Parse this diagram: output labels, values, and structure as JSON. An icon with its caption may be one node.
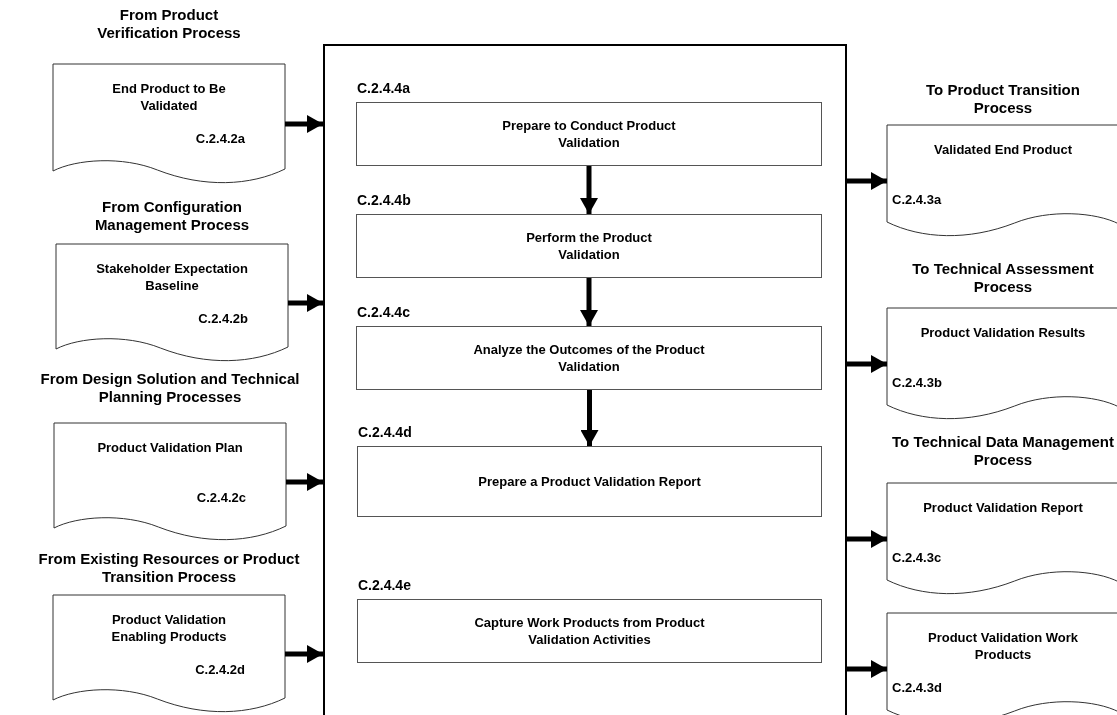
{
  "diagram": {
    "nodes": [
      {
        "text": [
          "From Product Verification Process",
          "End Product to Be Validated",
          "C.2.4.2a"
        ]
      },
      {
        "text": [
          "From Configuration Management Process",
          "Stakeholder Expectation Baseline",
          "C.2.4.2b"
        ]
      },
      {
        "text": [
          "From Design Solution and Technical Planning Processes",
          "Product Validation Plan",
          "C.2.4.2c"
        ]
      },
      {
        "text": [
          "From Existing Resources or Product Transition Process",
          "Product Validation Enabling Products",
          "C.2.4.2d"
        ]
      },
      {
        "text": [],
        "shape": "box"
      },
      {
        "text": [
          "C.2.4.4a",
          "Prepare to Conduct Product Validation"
        ],
        "in": 4
      },
      {
        "text": [
          "C.2.4.4b",
          "Perform the Product Validation"
        ],
        "in": 4
      },
      {
        "text": [
          "C.2.4.4c",
          "Analyze the Outcomes of the Product Validation"
        ],
        "in": 4
      },
      {
        "text": [
          "C.2.4.4d",
          "Prepare a Product Validation Report"
        ],
        "in": 4
      },
      {
        "text": [
          "C.2.4.4e",
          "Capture Work Products from Product Validation Activities"
        ],
        "in": 4
      },
      {
        "text": [
          "To Product Transition Process",
          "Validated End Product",
          "C.2.4.3a"
        ]
      },
      {
        "text": [
          "To Technical Assessment Process",
          "Product Validation Results",
          "C.2.4.3b"
        ]
      },
      {
        "text": [
          "To Technical Data Management Process",
          "Product Validation Report",
          "C.2.4.3c"
        ]
      },
      {
        "text": [
          "Product Validation Work Products",
          "C.2.4.3d"
        ]
      }
    ],
    "edges": [
      {
        "from": 0,
        "to": 4,
        "arrow": "to"
      },
      {
        "from": 1,
        "to": 4,
        "arrow": "to"
      },
      {
        "from": 2,
        "to": 4,
        "arrow": "to"
      },
      {
        "from": 3,
        "to": 4,
        "arrow": "to"
      },
      {
        "from": 5,
        "to": 6,
        "arrow": "to"
      },
      {
        "from": 6,
        "to": 7,
        "arrow": "to"
      },
      {
        "from": 7,
        "to": 8,
        "arrow": "to"
      },
      {
        "from": 4,
        "to": 10,
        "arrow": "to"
      },
      {
        "from": 4,
        "to": 11,
        "arrow": "to"
      },
      {
        "from": 4,
        "to": 12,
        "arrow": "to"
      },
      {
        "from": 4,
        "to": 13,
        "arrow": "to"
      }
    ]
  }
}
